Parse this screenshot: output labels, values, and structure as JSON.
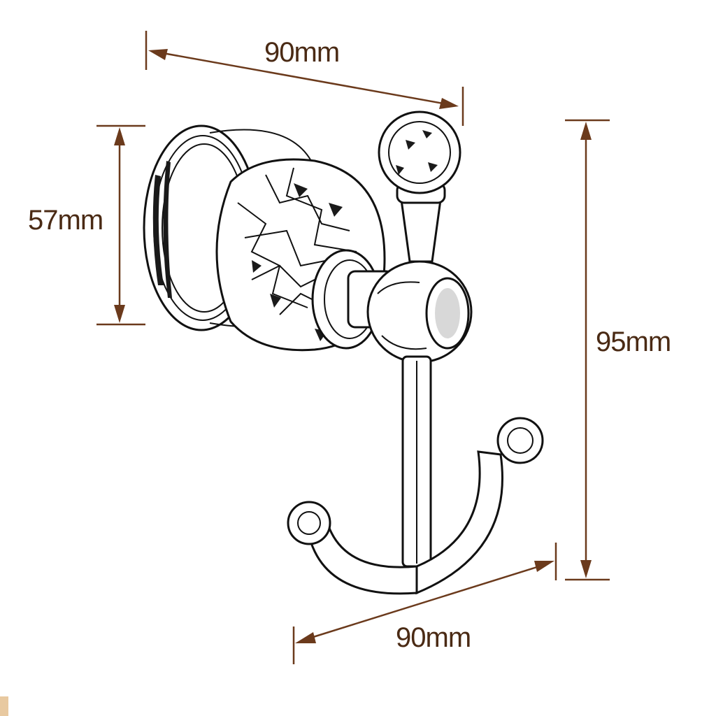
{
  "dimensions": {
    "top_width": "90mm",
    "bottom_width": "90mm",
    "left_height": "57mm",
    "right_height": "95mm"
  },
  "colors": {
    "dimension": "#6b3a1c",
    "label": "#4a2a14",
    "ink": "#111111",
    "corner_mark": "#e8c9a0"
  }
}
